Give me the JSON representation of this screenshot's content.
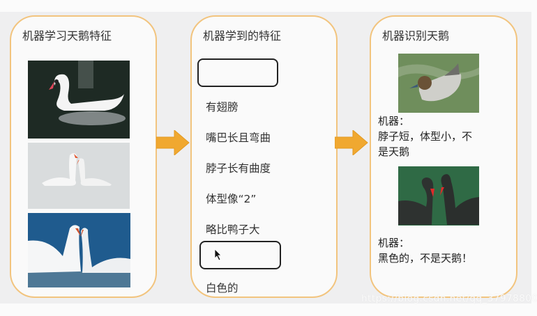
{
  "panels": [
    {
      "title": "机器学习天鹅特征",
      "images": [
        {
          "alt": "white swan on dark water",
          "icon": "swan-photo"
        },
        {
          "alt": "two white swans forming heart, pale water",
          "icon": "swan-pair-photo"
        },
        {
          "alt": "two white swans forming heart, blue water",
          "icon": "swan-pair-blue-photo"
        }
      ]
    },
    {
      "title": "机器学到的特征",
      "features": [
        "",
        "有翅膀",
        "嘴巴长且弯曲",
        "脖子长有曲度",
        "体型像“2”",
        "略比鸭子大",
        "",
        "白色的"
      ]
    },
    {
      "title": "机器识别天鹅",
      "results": [
        {
          "image": "duck-photo",
          "speaker": "机器：",
          "verdict_line1": "脖子短，体型小，不",
          "verdict_line2": "是天鹅"
        },
        {
          "image": "black-swan-photo",
          "speaker": "机器：",
          "verdict_line1": "黑色的，不是天鹅！",
          "verdict_line2": ""
        }
      ]
    }
  ],
  "arrows": [
    {
      "icon": "right-arrow"
    },
    {
      "icon": "right-arrow"
    }
  ],
  "colors": {
    "panel_border": "#f2c47e",
    "arrow_fill": "#f0a830",
    "background_band": "#efeff0"
  },
  "watermark": "https://blog.csdn.net/qq_37978800"
}
